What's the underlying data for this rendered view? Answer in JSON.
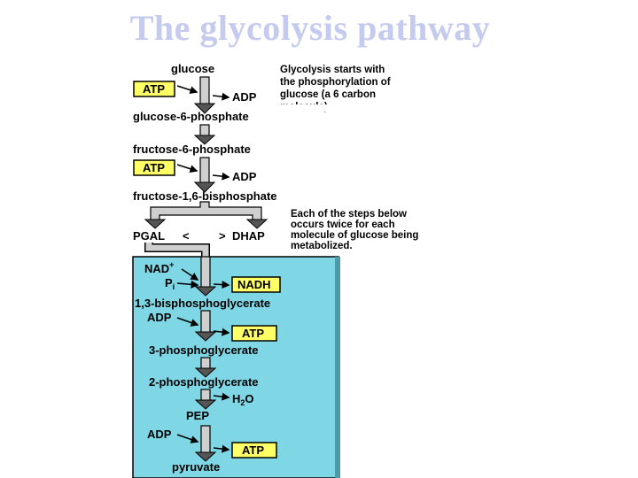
{
  "title": "The glycolysis pathway",
  "intro_note": [
    "Glycolysis starts with",
    "the phosphorylation of",
    "glucose (a 6 carbon",
    "molecule)."
  ],
  "split_note": [
    "Each of the steps below",
    "occurs twice for each",
    "molecule of glucose being",
    "metabolized."
  ],
  "metabolites": {
    "glucose": "glucose",
    "g6p": "glucose-6-phosphate",
    "f6p": "fructose-6-phosphate",
    "f16bp": "fructose-1,6-bisphosphate",
    "pgal": "PGAL",
    "dhap": "DHAP",
    "bpg13": "1,3-bisphosphoglycerate",
    "pg3": "3-phosphoglycerate",
    "pg2": "2-phosphoglycerate",
    "pep": "PEP",
    "pyruvate": "pyruvate"
  },
  "cofactors": {
    "atp": "ATP",
    "adp": "ADP",
    "nad": "NAD",
    "nad_sup": "+",
    "pi": "P",
    "pi_sub": "i",
    "nadh": "NADH",
    "h2o_h": "H",
    "h2o_sub": "2",
    "h2o_o": "O",
    "lt": "<",
    "gt": ">"
  },
  "colors": {
    "title": "#c4cbee",
    "atp_box": "#ffff66",
    "panel": "#7fd6e4",
    "arrow_fill": "#cfcfcf"
  }
}
